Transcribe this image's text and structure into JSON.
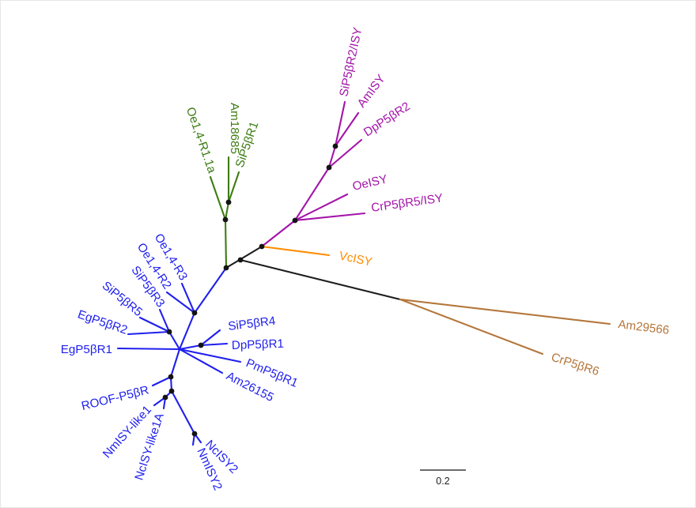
{
  "figure": {
    "kind": "unrooted-phylogenetic-tree",
    "scale_bar": {
      "label": "0.2"
    }
  },
  "colors": {
    "green": "#3d7c12",
    "purple": "#a315a8",
    "blue": "#1f1fee",
    "orange": "#ff8c00",
    "brown": "#b5773c",
    "black": "#1c1c1c",
    "node": "#141414",
    "scalebar": "#3a3a3a"
  },
  "tips": [
    {
      "label": "SiP5βR2/ISY",
      "clade": "purple"
    },
    {
      "label": "AmISY",
      "clade": "purple"
    },
    {
      "label": "DpP5βR2",
      "clade": "purple"
    },
    {
      "label": "OeISY",
      "clade": "purple"
    },
    {
      "label": "CrP5βR5/ISY",
      "clade": "purple"
    },
    {
      "label": "VcISY",
      "clade": "orange"
    },
    {
      "label": "Am29566",
      "clade": "brown"
    },
    {
      "label": "CrP5βR6",
      "clade": "brown"
    },
    {
      "label": "Oe1,4-R1.1a",
      "clade": "green"
    },
    {
      "label": "Am18685",
      "clade": "green"
    },
    {
      "label": "SiP5βR1",
      "clade": "green"
    },
    {
      "label": "Oe1,4-R3",
      "clade": "blue"
    },
    {
      "label": "Oe1,4-R2",
      "clade": "blue"
    },
    {
      "label": "SiP5βR3",
      "clade": "blue"
    },
    {
      "label": "SiP5βR5",
      "clade": "blue"
    },
    {
      "label": "EgP5βR2",
      "clade": "blue"
    },
    {
      "label": "EgP5βR1",
      "clade": "blue"
    },
    {
      "label": "SiP5βR4",
      "clade": "blue"
    },
    {
      "label": "DpP5βR1",
      "clade": "blue"
    },
    {
      "label": "PmP5βR1",
      "clade": "blue"
    },
    {
      "label": "Am26155",
      "clade": "blue"
    },
    {
      "label": "ROOF-P5βR",
      "clade": "blue"
    },
    {
      "label": "NmISY-like1",
      "clade": "blue"
    },
    {
      "label": "NcISY-like1A",
      "clade": "blue"
    },
    {
      "label": "NcISY2",
      "clade": "blue"
    },
    {
      "label": "NmISY2",
      "clade": "blue"
    }
  ]
}
